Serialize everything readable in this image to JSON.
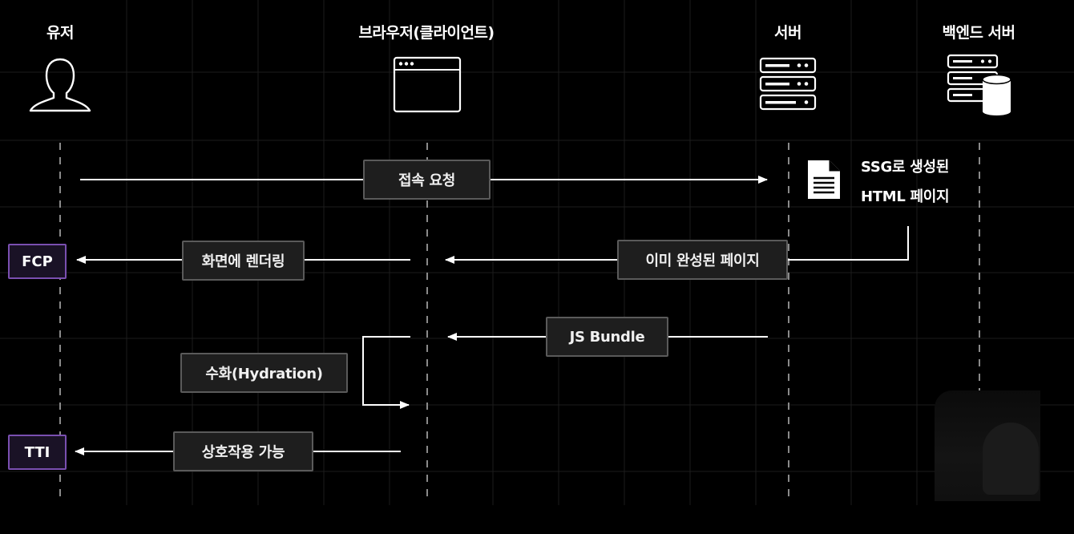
{
  "actors": {
    "user": "유저",
    "browser": "브라우저(클라이언트)",
    "server": "서버",
    "backend": "백엔드 서버"
  },
  "icons": {
    "user": "user-silhouette-icon",
    "browser": "browser-window-icon",
    "server": "server-rack-icon",
    "backend": "server-database-icon",
    "document": "document-icon"
  },
  "steps": {
    "request": "접속 요청",
    "prebuilt_page": "이미 완성된 페이지",
    "render": "화면에 렌더링",
    "js_bundle": "JS Bundle",
    "hydration": "수화(Hydration)",
    "interactive": "상호작용 가능"
  },
  "document": {
    "line1": "SSG로 생성된",
    "line2": "HTML 페이지"
  },
  "milestones": {
    "fcp": "FCP",
    "tti": "TTI"
  },
  "colors": {
    "background": "#000000",
    "box_fill": "#1e1e1e",
    "box_border": "#5a5a5a",
    "milestone_border": "#7a4fb0",
    "arrow": "#ffffff"
  }
}
